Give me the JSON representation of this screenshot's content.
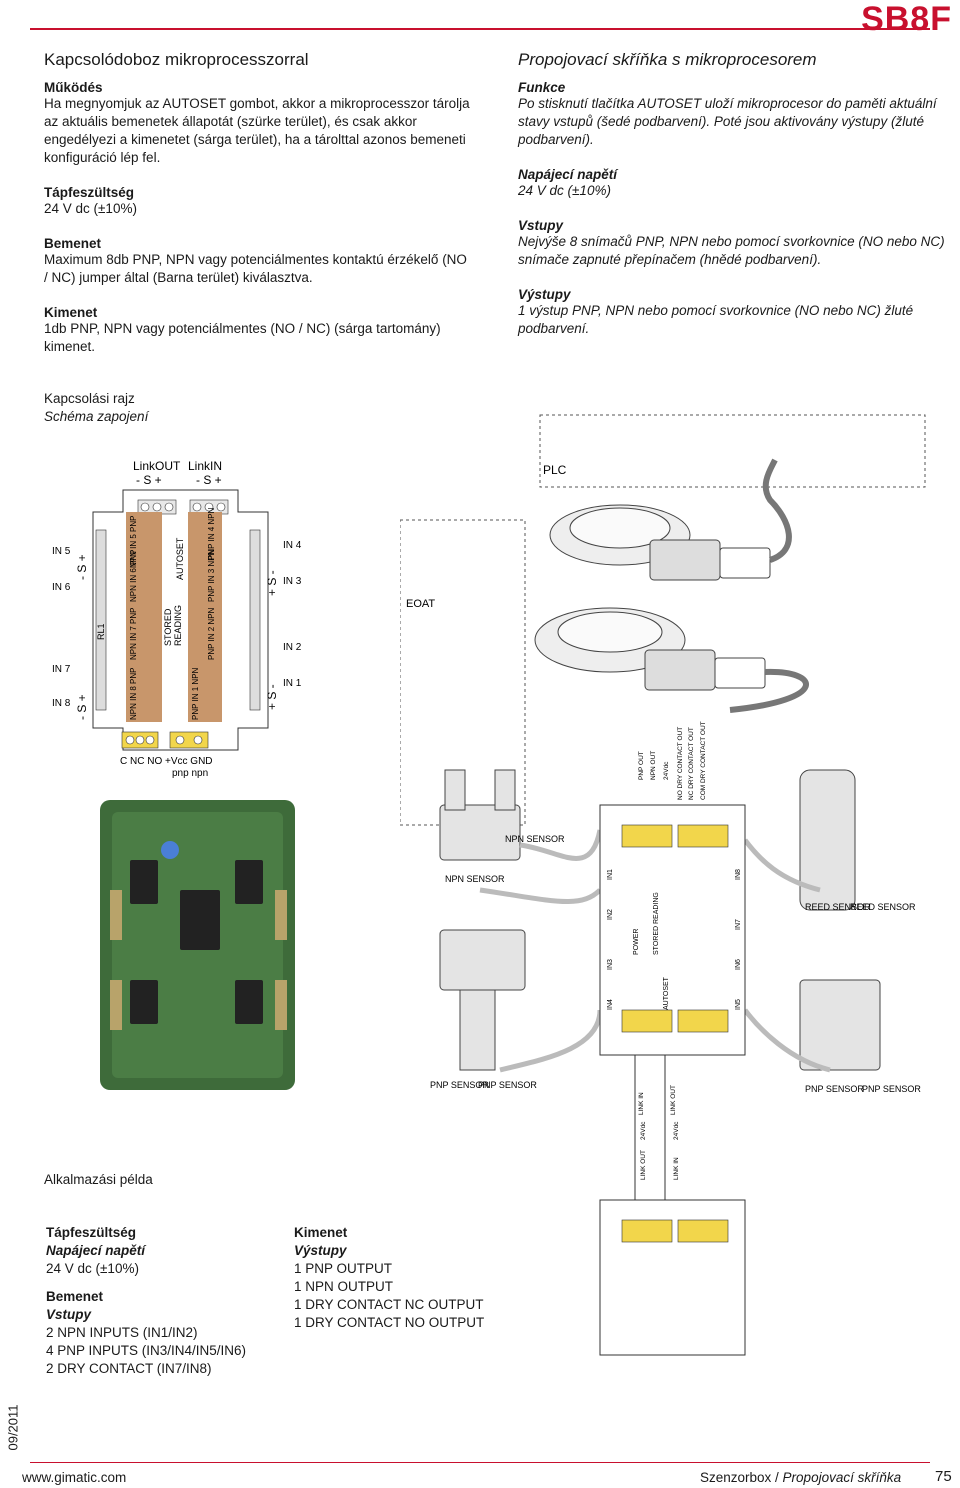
{
  "header": {
    "brand": "SB8F"
  },
  "hu": {
    "title": "Kapcsolódoboz mikroprocesszorral",
    "function_title": "Működés",
    "function_text": "Ha megnyomjuk az AUTOSET gombot, akkor a mikroprocesszor tárolja az aktuális bemenetek állapotát (szürke terület), és csak akkor engedélyezi a kimenetet (sárga terület), ha a tárolttal azonos bemeneti konfiguráció lép fel.",
    "supply_title": "Tápfeszültség",
    "supply_text": "24 V dc (±10%)",
    "input_title": "Bemenet",
    "input_text": "Maximum 8db PNP, NPN vagy potenciálmentes kontaktú érzékelő (NO / NC) jumper által (Barna terület) kiválasztva.",
    "output_title": "Kimenet",
    "output_text": "1db PNP, NPN vagy potenciálmentes (NO / NC) (sárga tartomány) kimenet."
  },
  "cz": {
    "title": "Propojovací skříňka s mikroprocesorem",
    "function_title": "Funkce",
    "function_text": "Po stisknutí tlačítka AUTOSET uloží mikroprocesor do paměti aktuální stavy vstupů (šedé podbarvení). Poté jsou aktivovány výstupy (žluté podbarvení).",
    "supply_title": "Napájecí napětí",
    "supply_text": "24 V dc (±10%)",
    "input_title": "Vstupy",
    "input_text": "Nejvýše 8 snímačů PNP, NPN nebo pomocí svorkovnice (NO nebo NC) snímače zapnuté přepínačem (hnědé podbarvení).",
    "output_title": "Výstupy",
    "output_text": "1 výstup PNP, NPN nebo pomocí svorkovnice (NO nebo NC) žluté podbarvení."
  },
  "diagram_caption": {
    "hu": "Kapcsolási rajz",
    "cz": "Schéma zapojení"
  },
  "wiring": {
    "link_out": "LinkOUT",
    "link_in": "LinkIN",
    "s_terminals": "- S +",
    "in5": "IN 5",
    "in6": "IN 6",
    "in7": "IN 7",
    "in8": "IN 8",
    "in4": "IN 4",
    "in3": "IN 3",
    "in2": "IN 2",
    "in1": "IN 1",
    "left_terms_a": "- S +",
    "left_terms_b": "- S +",
    "right_terms_a": "+ S -",
    "right_terms_b": "+ S -",
    "rl1": "RL1",
    "autoset": "AUTOSET",
    "stored": "STORED",
    "reading": "READING",
    "jumper_npn_in8_pnp": "NPN IN 8 PNP",
    "jumper_npn_in7_pnp": "NPN IN 7 PNP",
    "jumper_npn_in6_pnp": "NPN IN 6 PNP",
    "jumper_npn_in5_pnp": "NPN IN 5 PNP",
    "jumper_pnp_in1_npn": "PNP IN 1 NPN",
    "jumper_pnp_in2_npn": "PNP IN 2 NPN",
    "jumper_pnp_in3_npn": "PNP IN 3 NPN",
    "jumper_pnp_in4_npn": "PNP IN 4 NPN",
    "bottom_terms": "C NC NO  +Vcc  GND",
    "bottom_sub": "pnp npn"
  },
  "application": {
    "plc": "PLC",
    "eoat": "EOAT",
    "npn_sensor": "NPN SENSOR",
    "pnp_sensor": "PNP SENSOR",
    "reed_sensor": "REED SENSOR",
    "wires": [
      "COM DRY CONTACT OUT",
      "NC DRY CONTACT OUT",
      "NO DRY CONTACT OUT",
      "NPN OUT",
      "PNP OUT",
      "24Vdc"
    ],
    "box_labels": [
      "IN1",
      "IN2",
      "IN3",
      "IN4",
      "IN5",
      "IN6",
      "IN7",
      "IN8",
      "POWER",
      "STORED READING",
      "AUTOSET"
    ],
    "link_labels": [
      "LINK IN",
      "LINK OUT",
      "24Vdc",
      "LINK OUT",
      "LINK IN"
    ]
  },
  "example": {
    "title": "Alkalmazási példa",
    "supply_hu": "Tápfeszültség",
    "supply_cz": "Napájecí napětí",
    "supply_val": "24 V dc (±10%)",
    "input_hu": "Bemenet",
    "input_cz": "Vstupy",
    "inputs": [
      "2 NPN INPUTS (IN1/IN2)",
      "4 PNP INPUTS (IN3/IN4/IN5/IN6)",
      "2 DRY CONTACT (IN7/IN8)"
    ],
    "output_hu": "Kimenet",
    "output_cz": "Výstupy",
    "outputs": [
      "1 PNP OUTPUT",
      "1 NPN OUTPUT",
      "1 DRY CONTACT NC OUTPUT",
      "1 DRY CONTACT NO OUTPUT"
    ]
  },
  "side_date": "09/2011",
  "footer": {
    "url": "www.gimatic.com",
    "title_hu": "Szenzorbox / ",
    "title_cz": "Propojovací skříňka",
    "page": "75"
  },
  "colors": {
    "brand_red": "#c8102e",
    "jumper_brown": "#c8966b",
    "output_yellow": "#f2d64b",
    "pcb_green": "#3e6b3a"
  }
}
